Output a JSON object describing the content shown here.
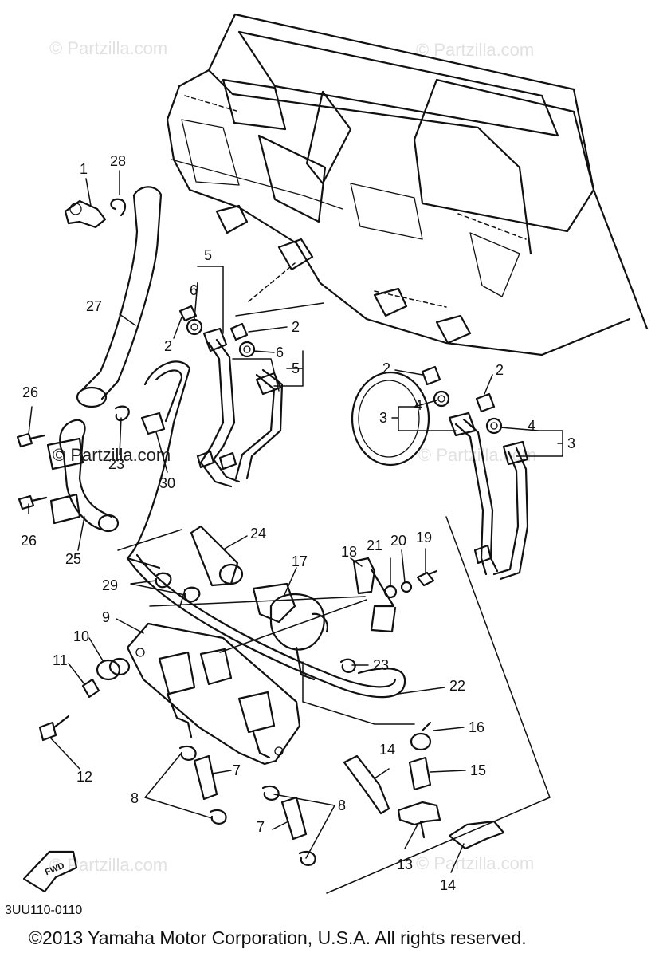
{
  "watermarks": {
    "top_left": "© Partzilla.com",
    "top_right": "© Partzilla.com",
    "middle_left": "© Partzilla.com",
    "middle_right": "© Partzilla.com",
    "bottom_left": "© Partzilla.com",
    "bottom_right": "© Partzilla.com"
  },
  "callouts": {
    "c1": "1",
    "c28": "28",
    "c27": "27",
    "c26_top": "26",
    "c26_bottom": "26",
    "c25": "25",
    "c23_left": "23",
    "c30": "30",
    "c24": "24",
    "c29": "29",
    "c5_top": "5",
    "c6_top": "6",
    "c2_top_left": "2",
    "c2_mid": "2",
    "c6_mid": "6",
    "c5_mid": "5",
    "c2_right_a": "2",
    "c2_right_b": "2",
    "c4_left": "4",
    "c3_left": "3",
    "c4_right": "4",
    "c3_right": "3",
    "c17": "17",
    "c18": "18",
    "c21": "21",
    "c20": "20",
    "c19": "19",
    "c23_right": "23",
    "c22": "22",
    "c9": "9",
    "c10": "10",
    "c11": "11",
    "c12": "12",
    "c7_left": "7",
    "c8_left": "8",
    "c8_right": "8",
    "c7_right": "7",
    "c16": "16",
    "c15": "15",
    "c14_top": "14",
    "c13": "13",
    "c14_bottom": "14"
  },
  "fwd_label": "FWD",
  "diagram_code": "3UU110-0110",
  "copyright": "©2013 Yamaha Motor Corporation, U.S.A. All rights reserved."
}
